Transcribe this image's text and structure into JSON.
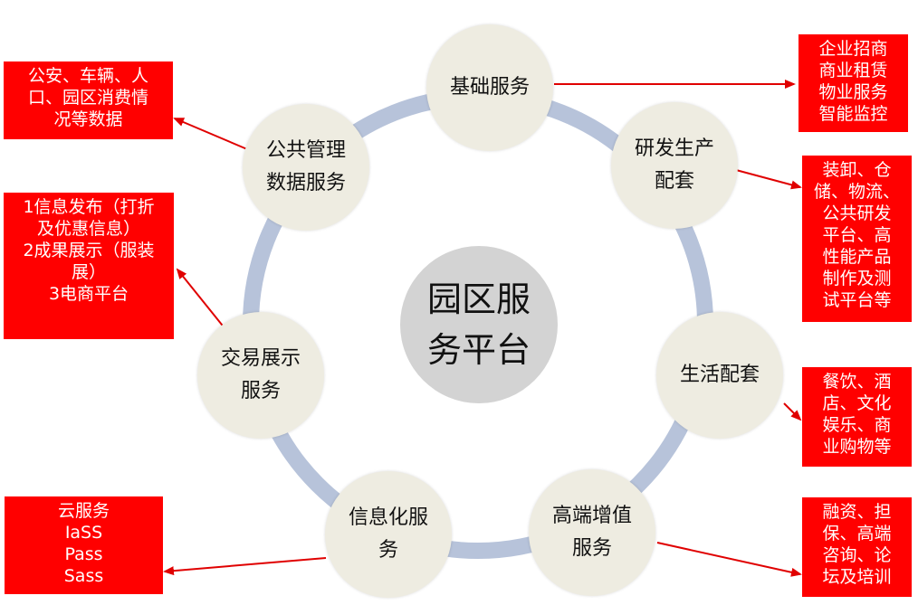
{
  "center": {
    "label": "园区服\n务平台"
  },
  "nodes": {
    "basic": "基础服务",
    "rnd": "研发生产\n配套",
    "life": "生活配套",
    "highend": "高端增值\n服务",
    "info": "信息化服\n务",
    "trade": "交易展示\n服务",
    "public": "公共管理\n数据服务"
  },
  "boxes": {
    "basic": [
      "企业招商",
      "商业租赁",
      "物业服务",
      "智能监控"
    ],
    "rnd": [
      "装卸、仓",
      "储、物流、",
      "公共研发",
      "平台、高",
      "性能产品",
      "制作及测",
      "试平台等"
    ],
    "life": [
      "餐饮、酒",
      "店、文化",
      "娱乐、商",
      "业购物等"
    ],
    "highend": [
      "融资、担",
      "保、高端",
      "咨询、论",
      "坛及培训"
    ],
    "info": [
      "云服务",
      "IaSS",
      "Pass",
      "Sass"
    ],
    "trade": [
      "1信息发布（打折",
      "及优惠信息）",
      "2成果展示（服装",
      "展）",
      "3电商平台"
    ],
    "public": [
      "公安、车辆、人",
      "口、园区消费情",
      "况等数据"
    ]
  },
  "colors": {
    "ring": "#b7c3da",
    "node_fill": "#eeece1",
    "center_fill": "#d3d3d3",
    "box_fill": "#ff0000",
    "arrow": "#e00000"
  }
}
